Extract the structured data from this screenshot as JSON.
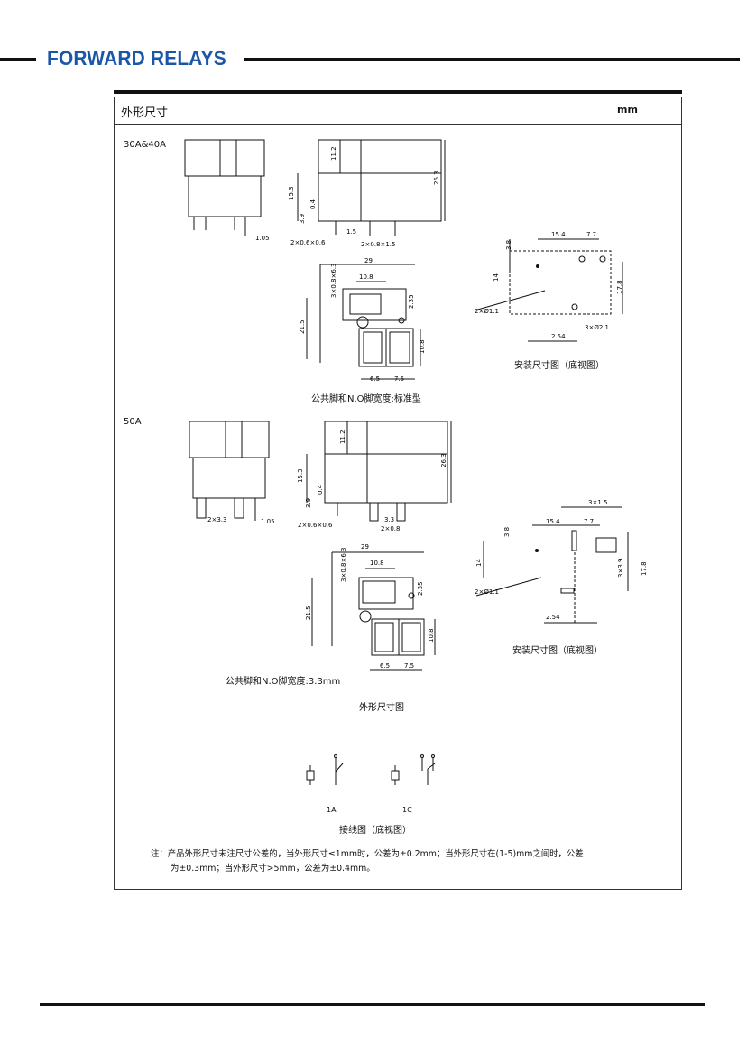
{
  "header": {
    "brand": "FORWARD RELAYS"
  },
  "section": {
    "title": "外形尺寸",
    "unit": "mm"
  },
  "variant_a": {
    "label": "30A&40A",
    "front_view_caption": "公共脚和N.O脚宽度:标准型",
    "mount_caption": "安装尺寸图（底视图）",
    "dims": {
      "d1_05": "1.05",
      "d11_2": "11.2",
      "d15_3": "15.3",
      "d26_3": "26.3",
      "d0_4": "0.4",
      "d3_9": "3.9",
      "d1_5": "1.5",
      "d2x06": "2×0.6×0.6",
      "d2x08": "2×0.8×1.5",
      "d29": "29",
      "d10_8": "10.8",
      "d3x08": "3×0.8×6.3",
      "d2_35": "2.35",
      "d21_5": "21.5",
      "d10_8v": "10.8",
      "d6_5": "6.5",
      "d7_5": "7.5",
      "m15_4": "15.4",
      "m7_7": "7.7",
      "m3_8": "3.8",
      "m14": "14",
      "m17_8": "17.8",
      "m2xphi": "2×Ø1.1",
      "m3xphi": "3×Ø2.1",
      "m2_54": "2.54"
    }
  },
  "variant_b": {
    "label": "50A",
    "front_view_caption": "公共脚和N.O脚宽度:3.3mm",
    "mount_caption": "安装尺寸图（底视图）",
    "dims": {
      "d2x3_3": "2×3.3",
      "d1_05": "1.05",
      "d11_2": "11.2",
      "d15_3": "15.3",
      "d26_3": "26.3",
      "d0_4": "0.4",
      "d3_9": "3.9",
      "d3_3": "3.3",
      "d2x06": "2×0.6×0.6",
      "d2x08": "2×0.8",
      "d29": "29",
      "d10_8": "10.8",
      "d3x08": "3×0.8×6.3",
      "d2_35": "2.35",
      "d21_5": "21.5",
      "d10_8v": "10.8",
      "d6_5": "6.5",
      "d7_5": "7.5",
      "m3x1_5": "3×1.5",
      "m15_4": "15.4",
      "m7_7": "7.7",
      "m3_8": "3.8",
      "m14": "14",
      "m3x3_9": "3×3.9",
      "m17_8": "17.8",
      "m2xphi": "2×Ø1.1",
      "m2_54": "2.54"
    }
  },
  "outline_caption": "外形尺寸图",
  "wiring": {
    "label_1a": "1A",
    "label_1c": "1C",
    "caption": "接线图（底视图）"
  },
  "note": {
    "line1": "注：产品外形尺寸未注尺寸公差的，当外形尺寸≤1mm时，公差为±0.2mm；当外形尺寸在(1-5)mm之间时，公差",
    "line2": "为±0.3mm；当外形尺寸>5mm，公差为±0.4mm。"
  }
}
